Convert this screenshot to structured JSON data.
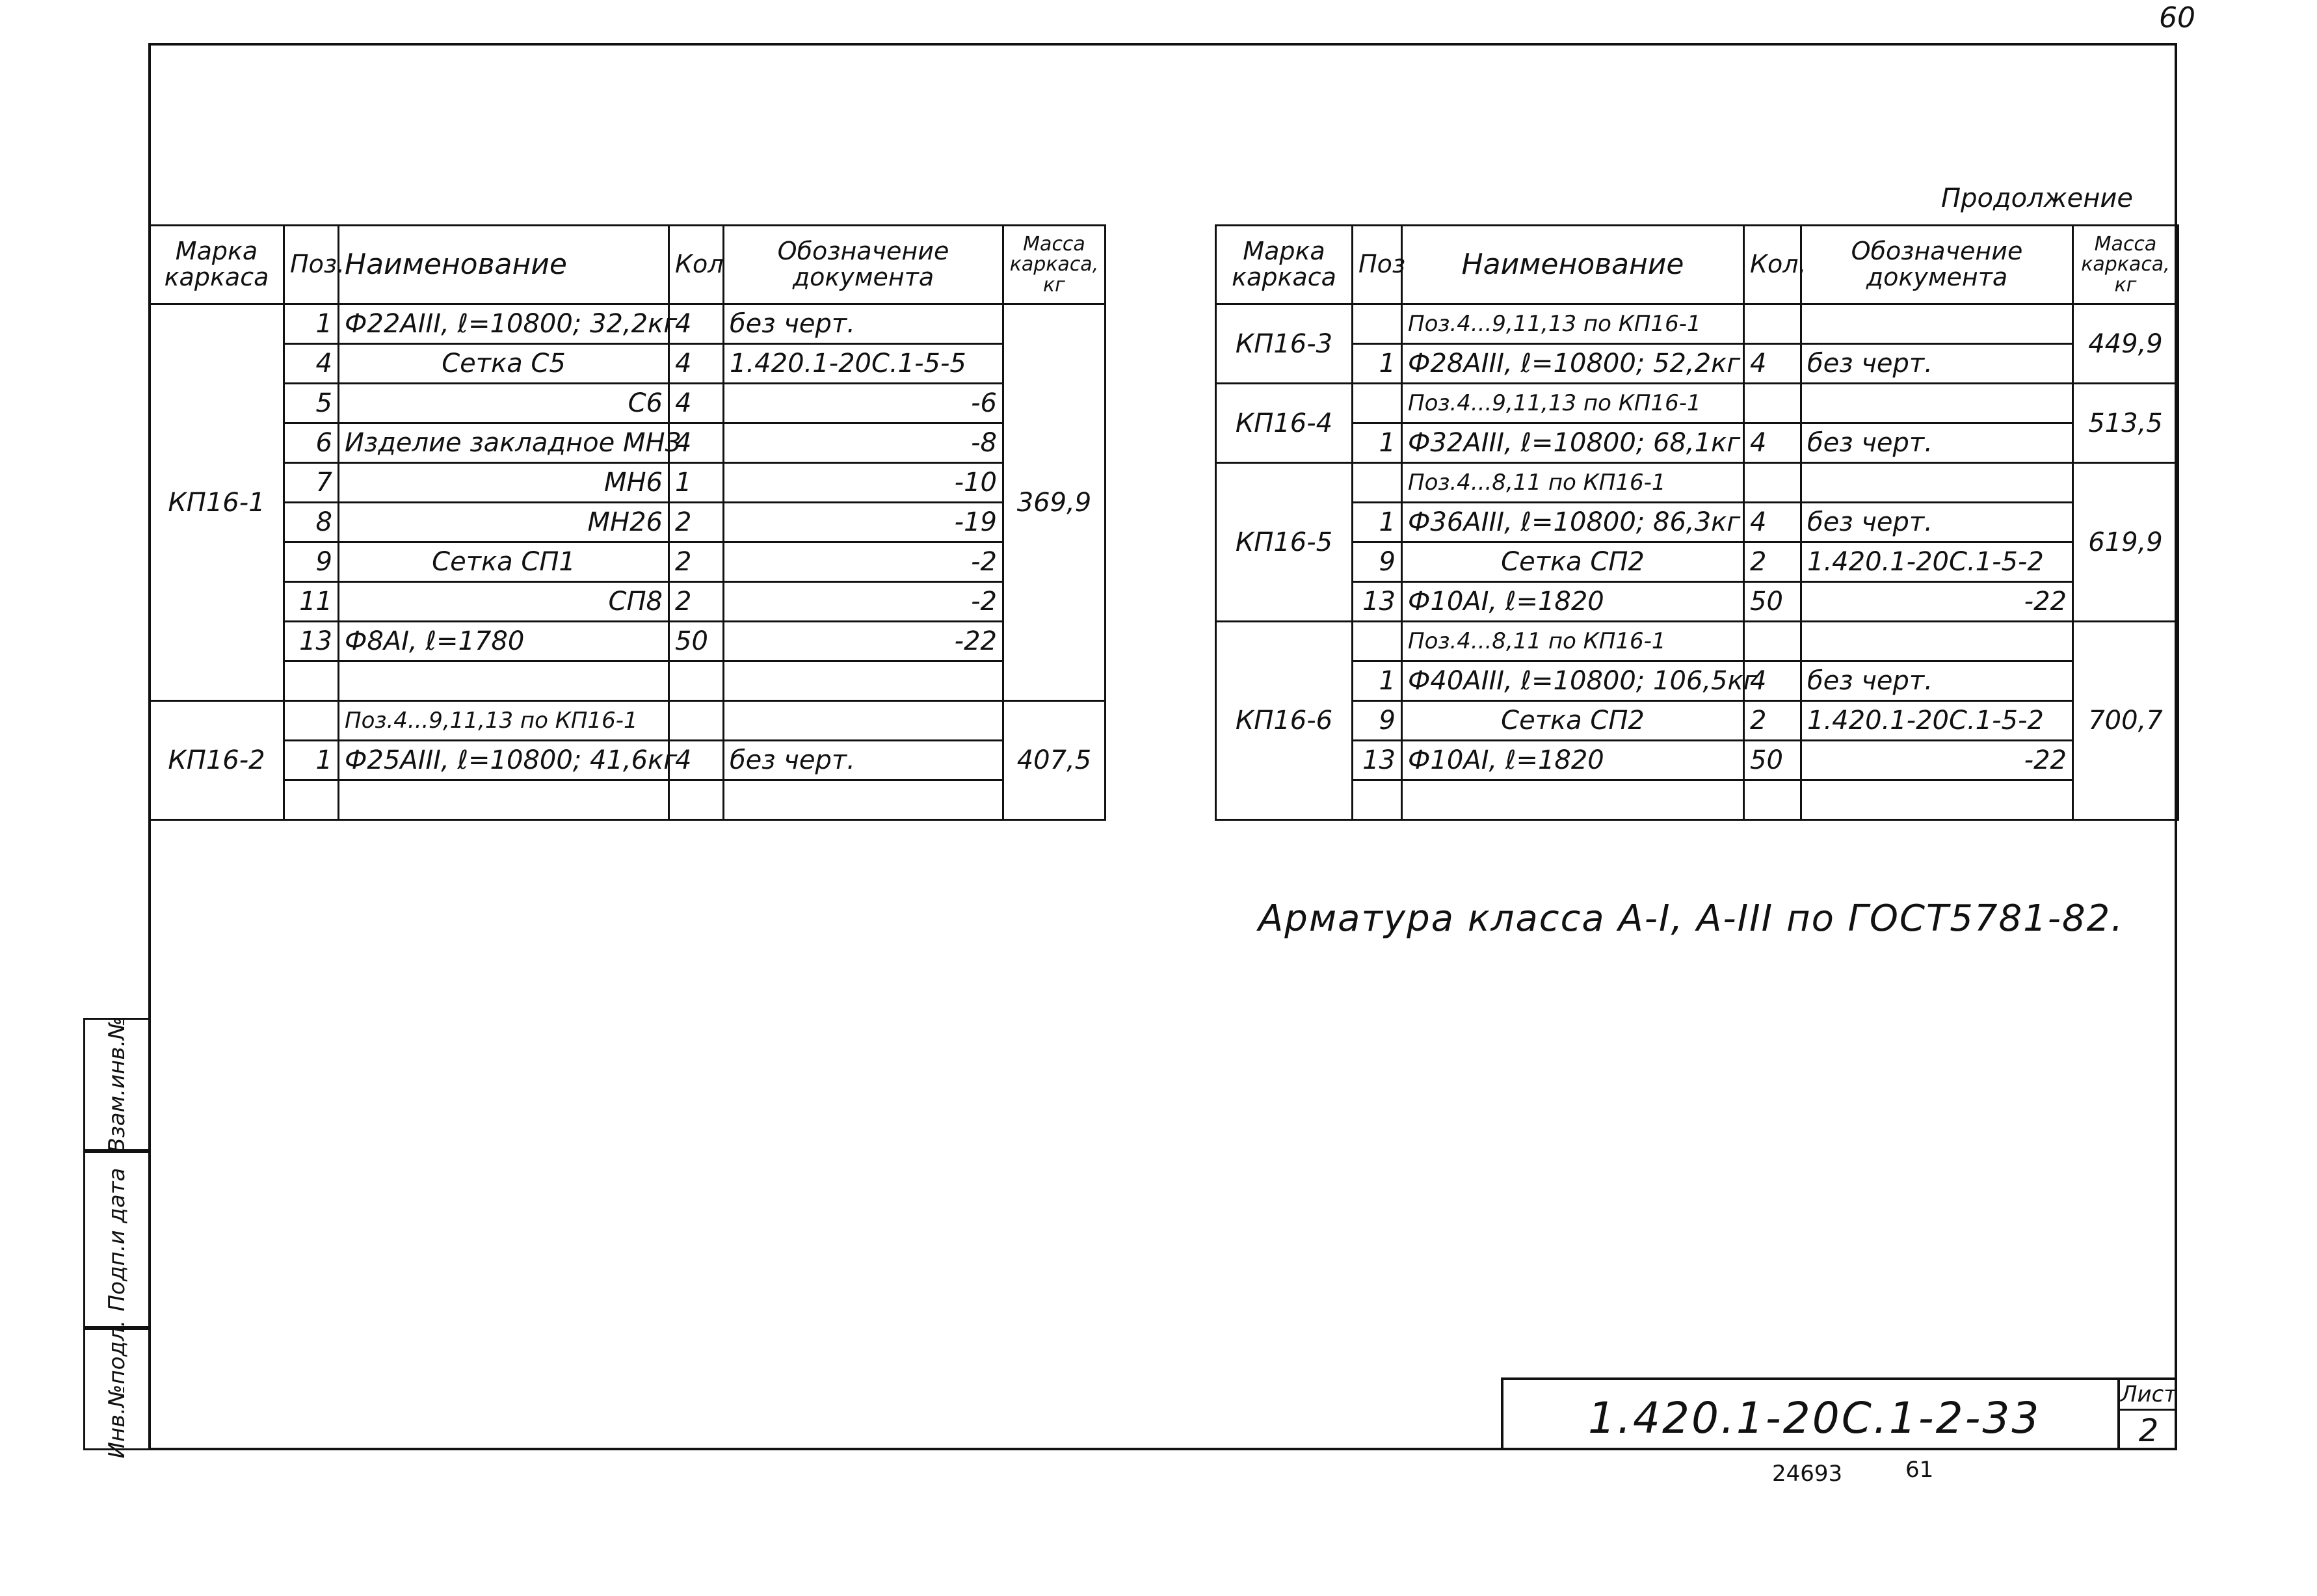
{
  "page_number": "60",
  "continued_label": "Продолжение",
  "left_table": {
    "headers": {
      "frame_mark": "Марка каркаса",
      "pos": "Поз.",
      "name": "Наименование",
      "qty": "Кол",
      "doc": "Обозначение документа",
      "mass": "Масса каркаса, кг"
    },
    "groups": [
      {
        "mark": "КП16-1",
        "mass": "369,9",
        "rows": [
          {
            "pos": "1",
            "name": "Ф22АIII, ℓ=10800; 32,2кг",
            "qty": "4",
            "doc": "без черт."
          },
          {
            "pos": "4",
            "name": "Сетка С5",
            "qty": "4",
            "doc": "1.420.1-20С.1-5-5"
          },
          {
            "pos": "5",
            "name": "С6",
            "qty": "4",
            "doc": "-6"
          },
          {
            "pos": "6",
            "name": "Изделие закладное МН3",
            "qty": "4",
            "doc": "-8"
          },
          {
            "pos": "7",
            "name": "МН6",
            "qty": "1",
            "doc": "-10"
          },
          {
            "pos": "8",
            "name": "МН26",
            "qty": "2",
            "doc": "-19"
          },
          {
            "pos": "9",
            "name": "Сетка СП1",
            "qty": "2",
            "doc": "-2"
          },
          {
            "pos": "11",
            "name": "СП8",
            "qty": "2",
            "doc": "-2"
          },
          {
            "pos": "13",
            "name": "Ф8АI, ℓ=1780",
            "qty": "50",
            "doc": "-22"
          },
          {
            "pos": "",
            "name": "",
            "qty": "",
            "doc": ""
          }
        ]
      },
      {
        "mark": "КП16-2",
        "mass": "407,5",
        "rows": [
          {
            "pos": "",
            "name": "Поз.4...9,11,13 по КП16-1",
            "qty": "",
            "doc": ""
          },
          {
            "pos": "1",
            "name": "Ф25АIII, ℓ=10800; 41,6кг",
            "qty": "4",
            "doc": "без черт."
          },
          {
            "pos": "",
            "name": "",
            "qty": "",
            "doc": ""
          }
        ]
      }
    ]
  },
  "right_table": {
    "headers": {
      "frame_mark": "Марка каркаса",
      "pos": "Поз",
      "name": "Наименование",
      "qty": "Кол.",
      "doc": "Обозначение документа",
      "mass": "Масса каркаса, кг"
    },
    "groups": [
      {
        "mark": "КП16-3",
        "mass": "449,9",
        "rows": [
          {
            "pos": "",
            "name": "Поз.4...9,11,13 по КП16-1",
            "qty": "",
            "doc": ""
          },
          {
            "pos": "1",
            "name": "Ф28АIII, ℓ=10800; 52,2кг",
            "qty": "4",
            "doc": "без черт."
          }
        ]
      },
      {
        "mark": "КП16-4",
        "mass": "513,5",
        "rows": [
          {
            "pos": "",
            "name": "Поз.4...9,11,13 по КП16-1",
            "qty": "",
            "doc": ""
          },
          {
            "pos": "1",
            "name": "Ф32АIII, ℓ=10800; 68,1кг",
            "qty": "4",
            "doc": "без черт."
          }
        ]
      },
      {
        "mark": "КП16-5",
        "mass": "619,9",
        "rows": [
          {
            "pos": "",
            "name": "Поз.4...8,11 по КП16-1",
            "qty": "",
            "doc": ""
          },
          {
            "pos": "1",
            "name": "Ф36АIII, ℓ=10800; 86,3кг",
            "qty": "4",
            "doc": "без черт."
          },
          {
            "pos": "9",
            "name": "Сетка СП2",
            "qty": "2",
            "doc": "1.420.1-20С.1-5-2"
          },
          {
            "pos": "13",
            "name": "Ф10АI, ℓ=1820",
            "qty": "50",
            "doc": "-22"
          }
        ]
      },
      {
        "mark": "КП16-6",
        "mass": "700,7",
        "rows": [
          {
            "pos": "",
            "name": "Поз.4...8,11 по КП16-1",
            "qty": "",
            "doc": ""
          },
          {
            "pos": "1",
            "name": "Ф40АIII, ℓ=10800; 106,5кг",
            "qty": "4",
            "doc": "без черт."
          },
          {
            "pos": "9",
            "name": "Сетка СП2",
            "qty": "2",
            "doc": "1.420.1-20С.1-5-2"
          },
          {
            "pos": "13",
            "name": "Ф10АI, ℓ=1820",
            "qty": "50",
            "doc": "-22"
          },
          {
            "pos": "",
            "name": "",
            "qty": "",
            "doc": ""
          }
        ]
      }
    ]
  },
  "note": "Арматура класса А-I, А-III по ГОСТ5781-82.",
  "title_block": {
    "code": "1.420.1-20С.1-2-33",
    "sheet_label": "Лист",
    "sheet_value": "2"
  },
  "side_stamp": {
    "inv_orig": "Инв.№подл.",
    "sign_date": "Подп.и дата",
    "replace_inv": "Взам.инв.№"
  },
  "archive_number": "24693",
  "archive_page": "61"
}
